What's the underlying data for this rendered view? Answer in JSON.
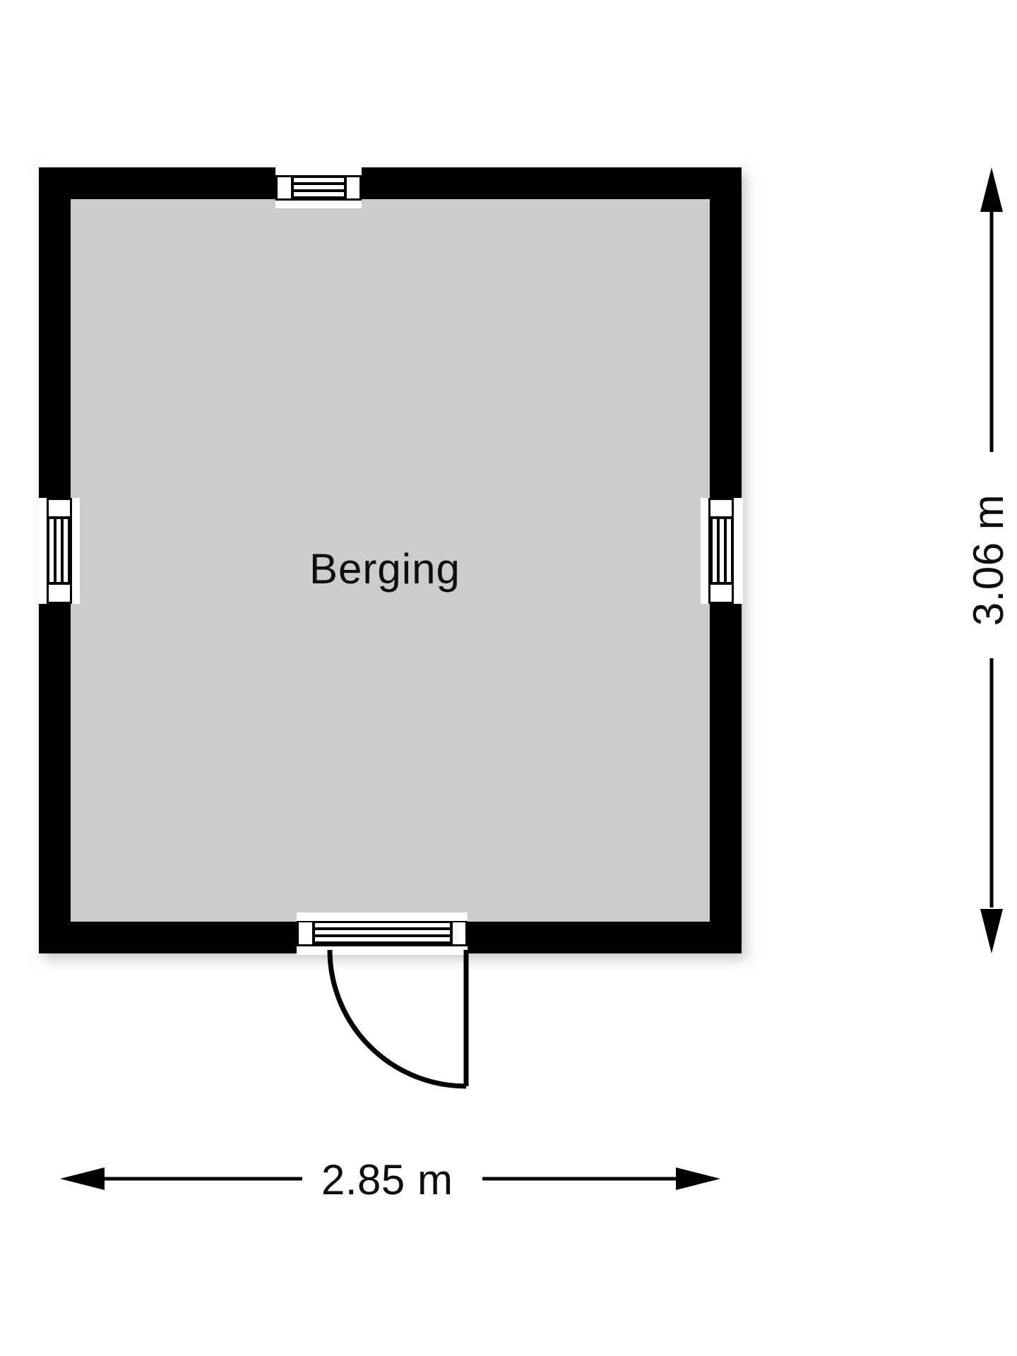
{
  "plan": {
    "room": {
      "label": "Berging"
    },
    "dimensions": {
      "width_label": "2.85 m",
      "height_label": "3.06 m"
    },
    "colors": {
      "wall": "#000000",
      "interior_floor": "#cccccc",
      "opening_fill": "#ffffff",
      "line": "#000000",
      "background": "#ffffff"
    },
    "openings": [
      {
        "name": "window-top",
        "type": "window",
        "wall": "north"
      },
      {
        "name": "window-left",
        "type": "window",
        "wall": "west"
      },
      {
        "name": "window-right",
        "type": "window",
        "wall": "east"
      },
      {
        "name": "door-bottom",
        "type": "door",
        "wall": "south",
        "hinge": "right",
        "swing": "inward-left"
      }
    ]
  }
}
